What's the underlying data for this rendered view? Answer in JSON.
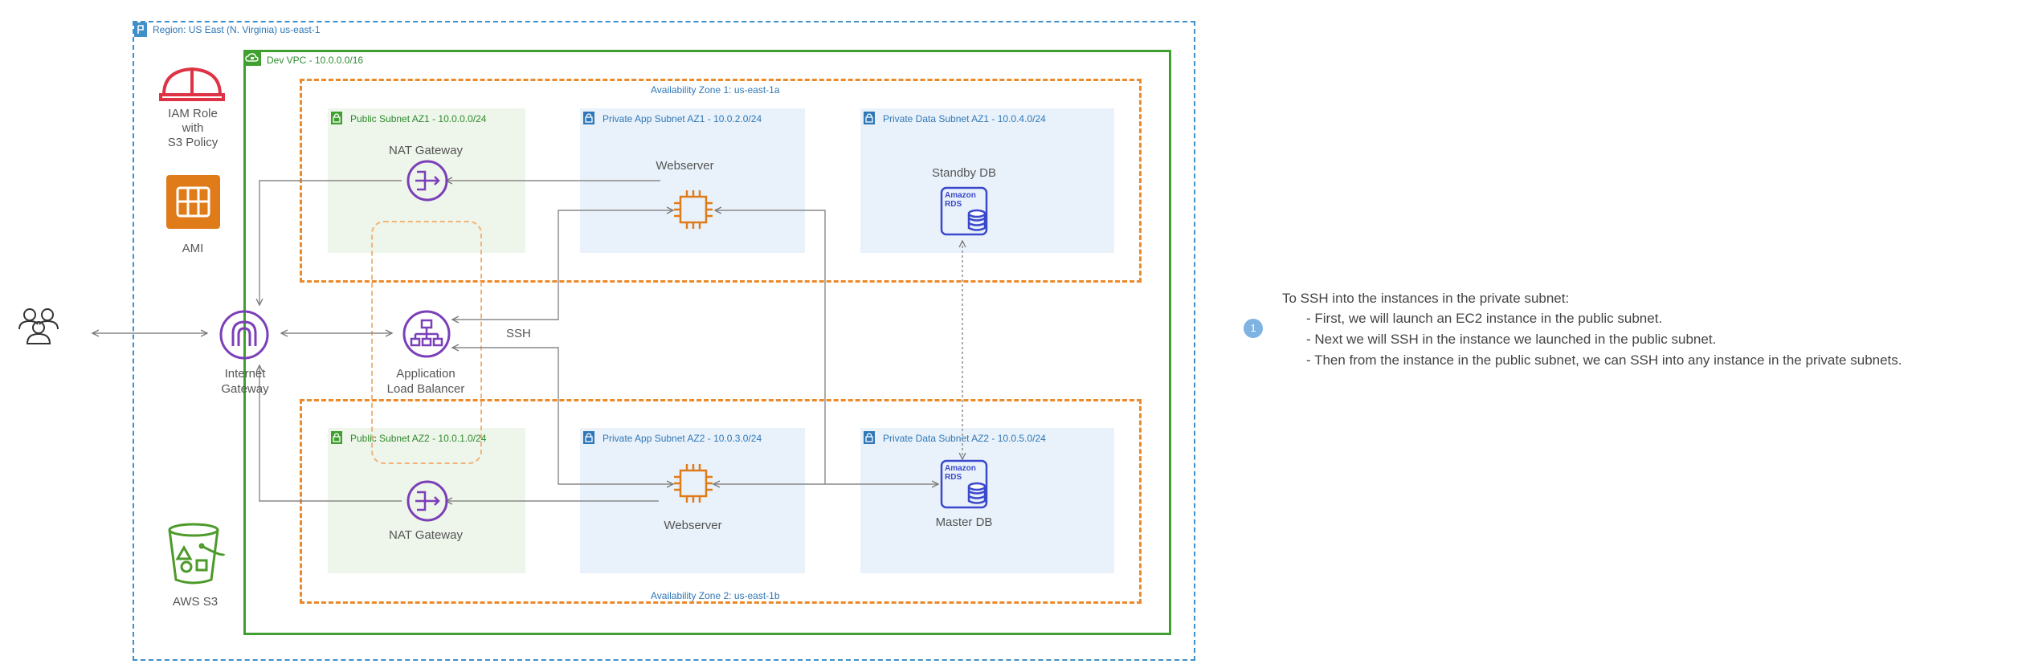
{
  "region": {
    "label": "Region: US East (N. Virginia) us-east-1"
  },
  "vpc": {
    "label": "Dev VPC - 10.0.0.0/16"
  },
  "az1": {
    "label": "Availability Zone 1: us-east-1a"
  },
  "az2": {
    "label": "Availability Zone 2: us-east-1b"
  },
  "subnets": {
    "pub1": "Public Subnet AZ1 - 10.0.0.0/24",
    "app1": "Private App Subnet AZ1 - 10.0.2.0/24",
    "data1": "Private Data Subnet AZ1 - 10.0.4.0/24",
    "pub2": "Public Subnet AZ2 - 10.0.1.0/24",
    "app2": "Private App Subnet AZ2 - 10.0.3.0/24",
    "data2": "Private Data Subnet AZ2 - 10.0.5.0/24"
  },
  "services": {
    "iam": "IAM Role\nwith\nS3 Policy",
    "ami": "AMI",
    "s3": "AWS S3",
    "igw": "Internet\nGateway",
    "alb": "Application\nLoad Balancer",
    "nat1": "NAT Gateway",
    "nat2": "NAT Gateway",
    "web1": "Webserver",
    "web2": "Webserver",
    "standby_db": "Standby DB",
    "master_db": "Master DB",
    "rds_text": "Amazon\nRDS"
  },
  "connection_label": "SSH",
  "notes": {
    "step_number": "1",
    "title": "To SSH into the instances in the private subnet:",
    "lines": [
      "- First, we will launch an EC2 instance in the public subnet.",
      "- Next we will SSH in the instance we launched in the public subnet.",
      "- Then from the instance in the public subnet, we can SSH into any instance in the private subnets."
    ]
  },
  "colors": {
    "region": "#3f8fc9",
    "vpc": "#3fa02f",
    "az": "#ec8a2a",
    "network": "#7b3fb8",
    "compute": "#e07b1a",
    "database": "#3b48cc",
    "iam": "#dd3344",
    "s3": "#4c9a2a"
  }
}
